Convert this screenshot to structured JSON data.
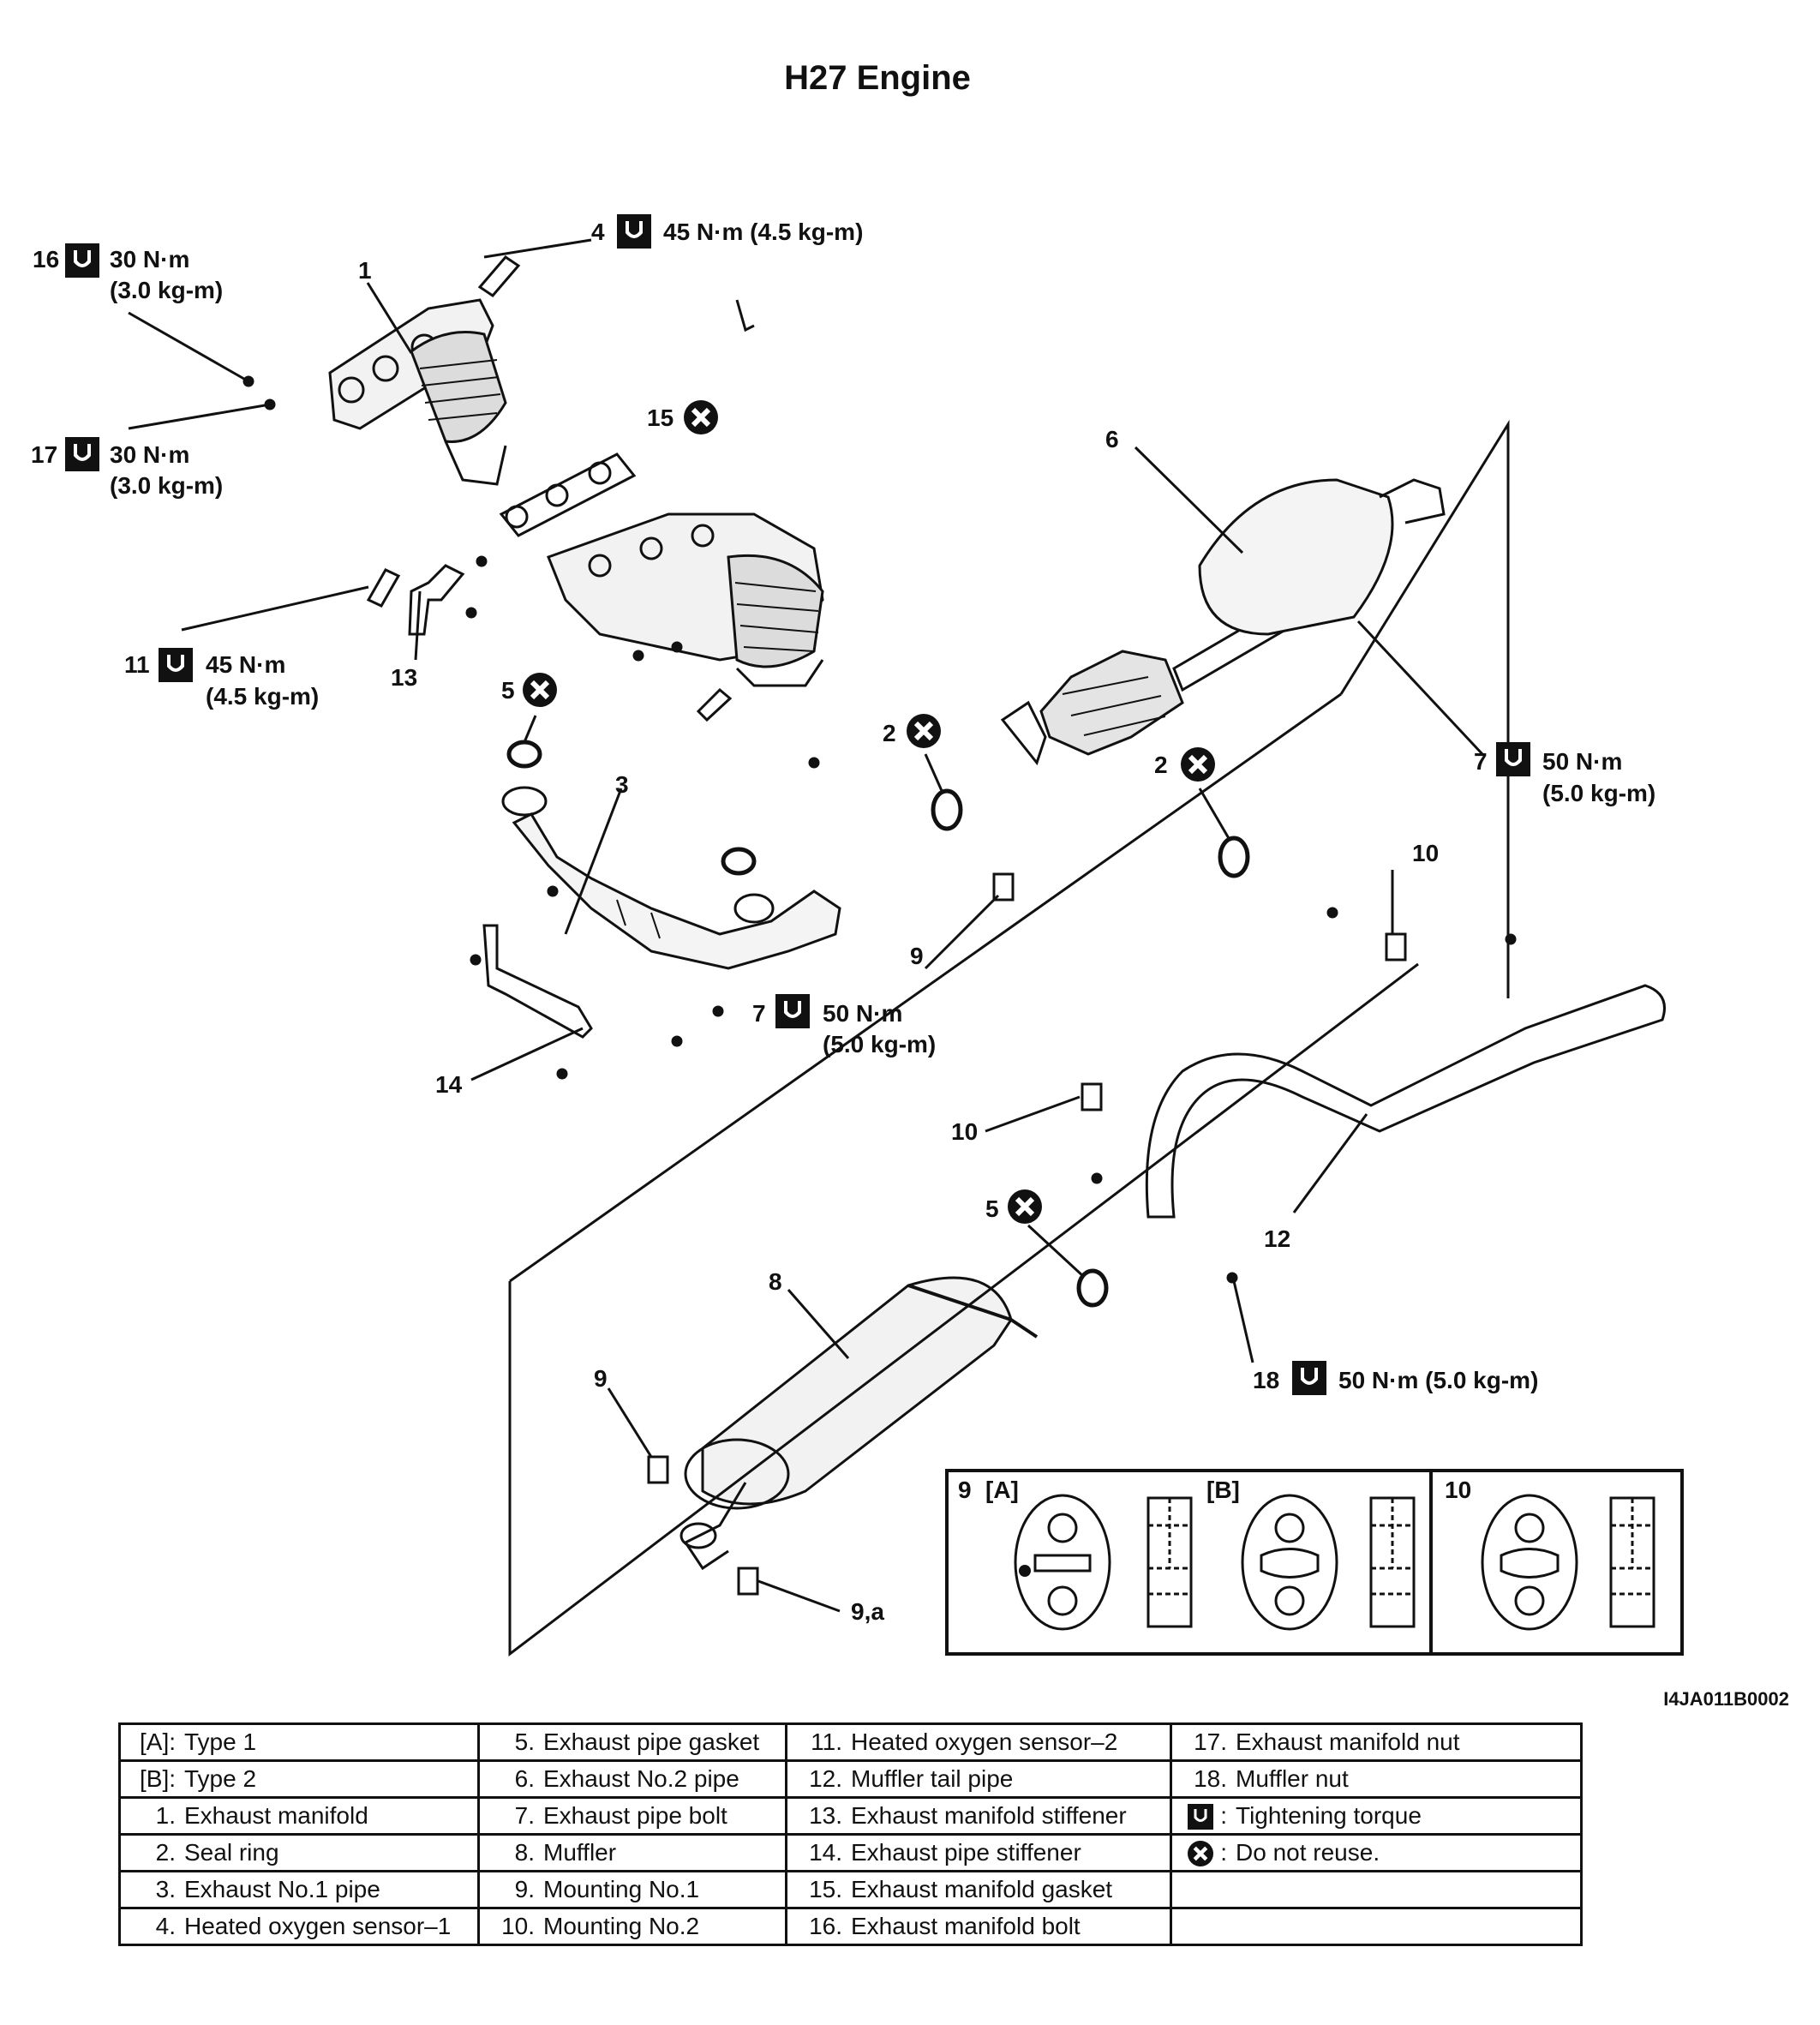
{
  "title": "H27 Engine",
  "image_code": "I4JA011B0002",
  "callouts": [
    {
      "id": "c16",
      "num": "16",
      "t1": "30 N·m",
      "t2": "(3.0 kg-m)"
    },
    {
      "id": "c17",
      "num": "17",
      "t1": "30 N·m",
      "t2": "(3.0 kg-m)"
    },
    {
      "id": "c4",
      "num": "4",
      "t1": "45 N·m (4.5 kg-m)"
    },
    {
      "id": "c11",
      "num": "11",
      "t1": "45 N·m",
      "t2": "(4.5 kg-m)"
    },
    {
      "id": "c7a",
      "num": "7",
      "t1": "50 N·m",
      "t2": "(5.0 kg-m)"
    },
    {
      "id": "c7b",
      "num": "7",
      "t1": "50 N·m",
      "t2": "(5.0 kg-m)"
    },
    {
      "id": "c18",
      "num": "18",
      "t1": "50 N·m (5.0 kg-m)"
    }
  ],
  "labels": {
    "l1": "1",
    "l6": "6",
    "l13": "13",
    "l3": "3",
    "l9a": "9",
    "l14": "14",
    "l10a": "10",
    "l10b": "10",
    "l12": "12",
    "l8": "8",
    "l9b": "9",
    "l9c": "9,a",
    "l15": "15",
    "l5a": "5",
    "l2a": "2",
    "l2b": "2",
    "l5b": "5"
  },
  "inset": {
    "p9": "9",
    "pa": "[A]",
    "pb": "[B]",
    "p10": "10"
  },
  "legend": [
    [
      {
        "n": "[A]:",
        "t": "Type 1"
      },
      {
        "n": "5.",
        "t": "Exhaust pipe gasket"
      },
      {
        "n": "11.",
        "t": "Heated oxygen sensor–2"
      },
      {
        "n": "17.",
        "t": "Exhaust manifold nut"
      }
    ],
    [
      {
        "n": "[B]:",
        "t": "Type 2"
      },
      {
        "n": "6.",
        "t": "Exhaust No.2 pipe"
      },
      {
        "n": "12.",
        "t": "Muffler tail pipe"
      },
      {
        "n": "18.",
        "t": "Muffler nut"
      }
    ],
    [
      {
        "n": "1.",
        "t": "Exhaust manifold"
      },
      {
        "n": "7.",
        "t": "Exhaust pipe bolt"
      },
      {
        "n": "13.",
        "t": "Exhaust manifold stiffener"
      },
      {
        "n": "torque",
        "t": "Tightening torque"
      }
    ],
    [
      {
        "n": "2.",
        "t": "Seal ring"
      },
      {
        "n": "8.",
        "t": "Muffler"
      },
      {
        "n": "14.",
        "t": "Exhaust pipe stiffener"
      },
      {
        "n": "noreuse",
        "t": "Do not reuse."
      }
    ],
    [
      {
        "n": "3.",
        "t": "Exhaust No.1 pipe"
      },
      {
        "n": "9.",
        "t": "Mounting No.1"
      },
      {
        "n": "15.",
        "t": "Exhaust manifold gasket"
      },
      {
        "n": "",
        "t": ""
      }
    ],
    [
      {
        "n": "4.",
        "t": "Heated oxygen sensor–1"
      },
      {
        "n": "10.",
        "t": "Mounting No.2"
      },
      {
        "n": "16.",
        "t": "Exhaust manifold bolt"
      },
      {
        "n": "",
        "t": ""
      }
    ]
  ]
}
